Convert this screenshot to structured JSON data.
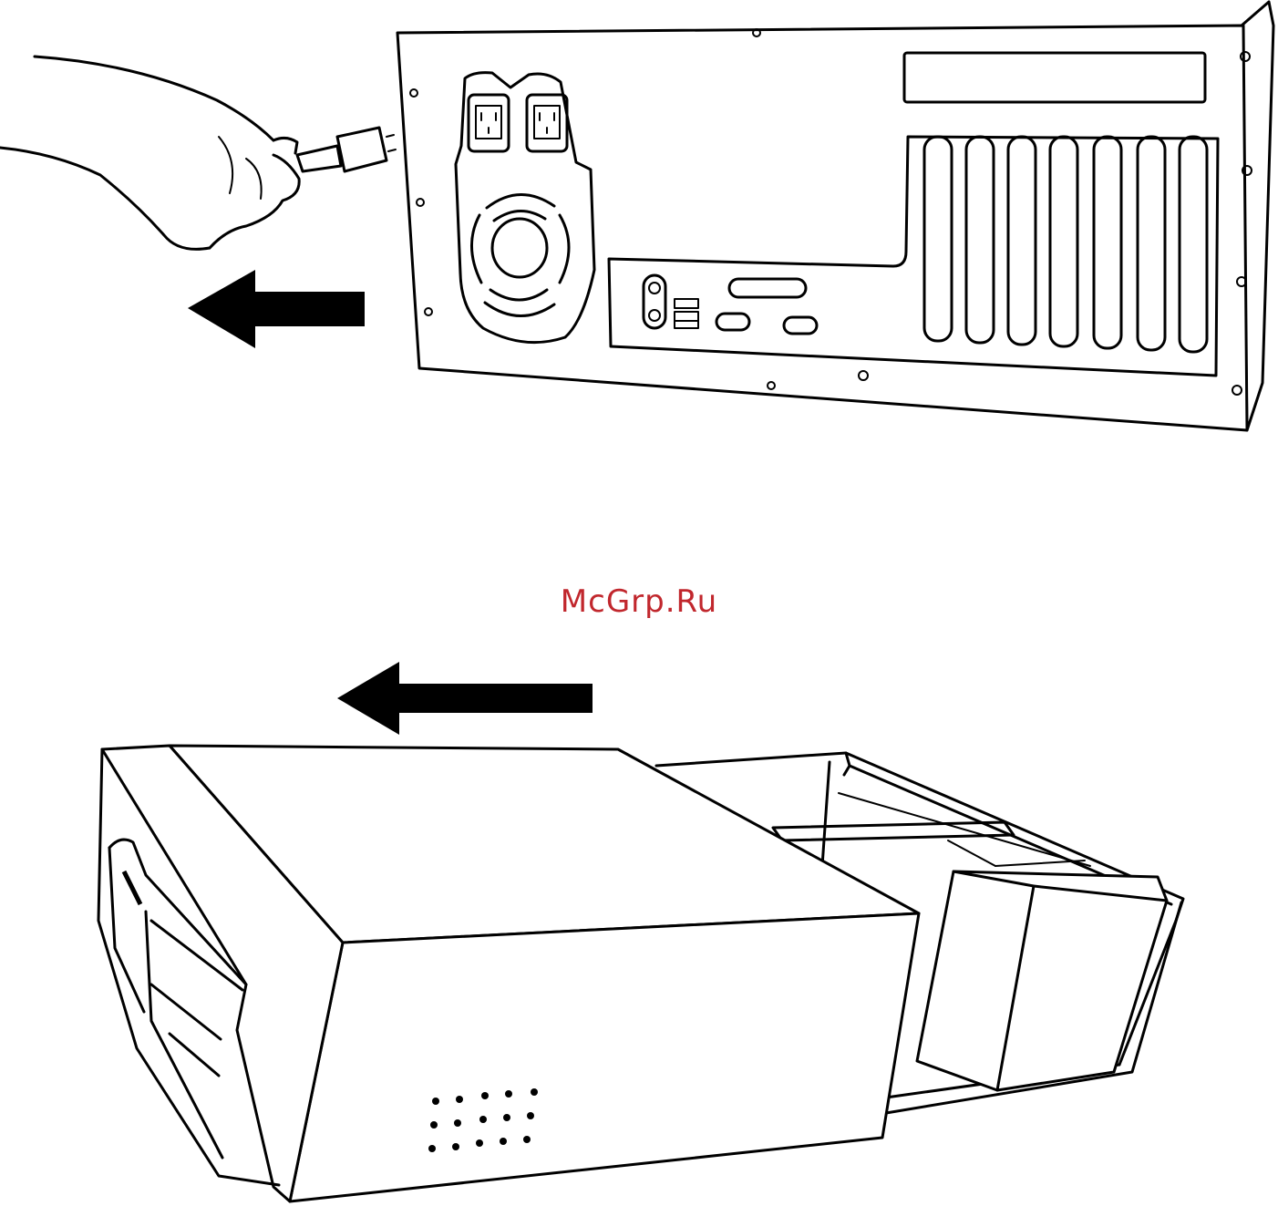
{
  "watermark": {
    "text": "McGrp.Ru",
    "color": "#c1272d"
  },
  "figures": [
    {
      "name": "unplug-power-cord",
      "arrow": "left"
    },
    {
      "name": "slide-cover-off",
      "arrow": "left"
    }
  ]
}
